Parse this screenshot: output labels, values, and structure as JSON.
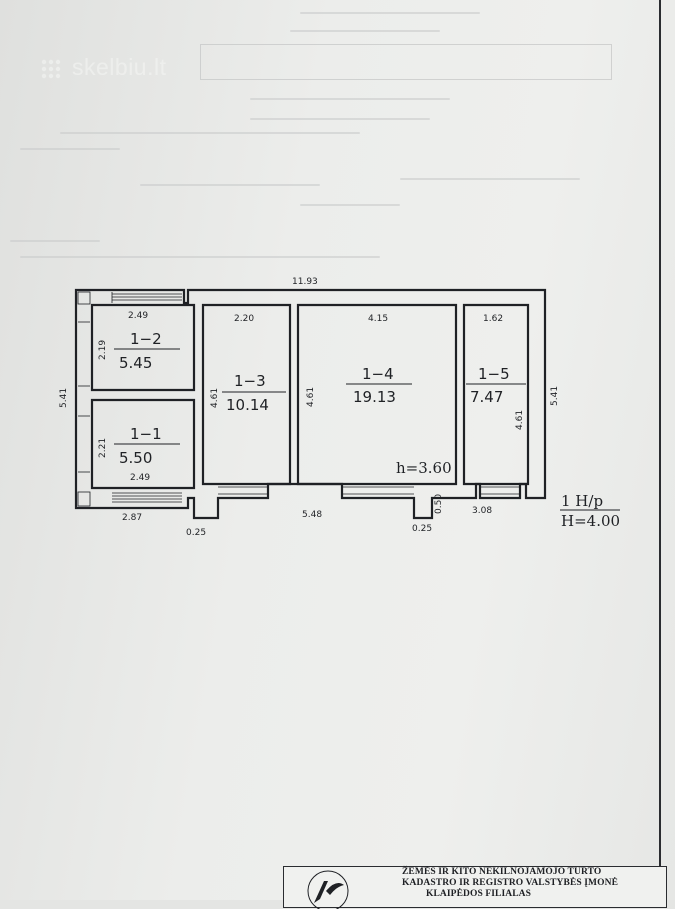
{
  "watermark": {
    "text": "skelbiu.lt",
    "icon": "grid-logo-icon"
  },
  "plan": {
    "dimensions": {
      "overall_top": "11.93",
      "left_height": "5.41",
      "right_height": "5.41",
      "bottom_left": "2.87",
      "bottom_pier_left": "0.25",
      "bottom_middle": "5.48",
      "bottom_pier_right": "0.25",
      "bottom_right": "3.08",
      "pier_height": "0.50"
    },
    "rooms": [
      {
        "id": "1−2",
        "area": "5.45",
        "width": "2.49",
        "height": "2.19"
      },
      {
        "id": "1−1",
        "area": "5.50",
        "width": "2.49",
        "height": "2.21"
      },
      {
        "id": "1−3",
        "area": "10.14",
        "width": "2.20",
        "height": "4.61"
      },
      {
        "id": "1−4",
        "area": "19.13",
        "width": "4.15",
        "height": "4.61"
      },
      {
        "id": "1−5",
        "area": "7.47",
        "width": "1.62",
        "height": "4.61"
      }
    ],
    "room_height_note": "h=3.60",
    "floor_label": "1 H/p",
    "building_height": "H=4.00"
  },
  "stamp": {
    "line1": "ŽEMĖS IR KITO NEKILNOJAMOJO TURTO",
    "line2": "KADASTRO IR REGISTRO VALSTYBĖS ĮMONĖ",
    "line3": "KLAIPĖDOS FILIALAS",
    "logo_icon": "registry-emblem-icon"
  }
}
